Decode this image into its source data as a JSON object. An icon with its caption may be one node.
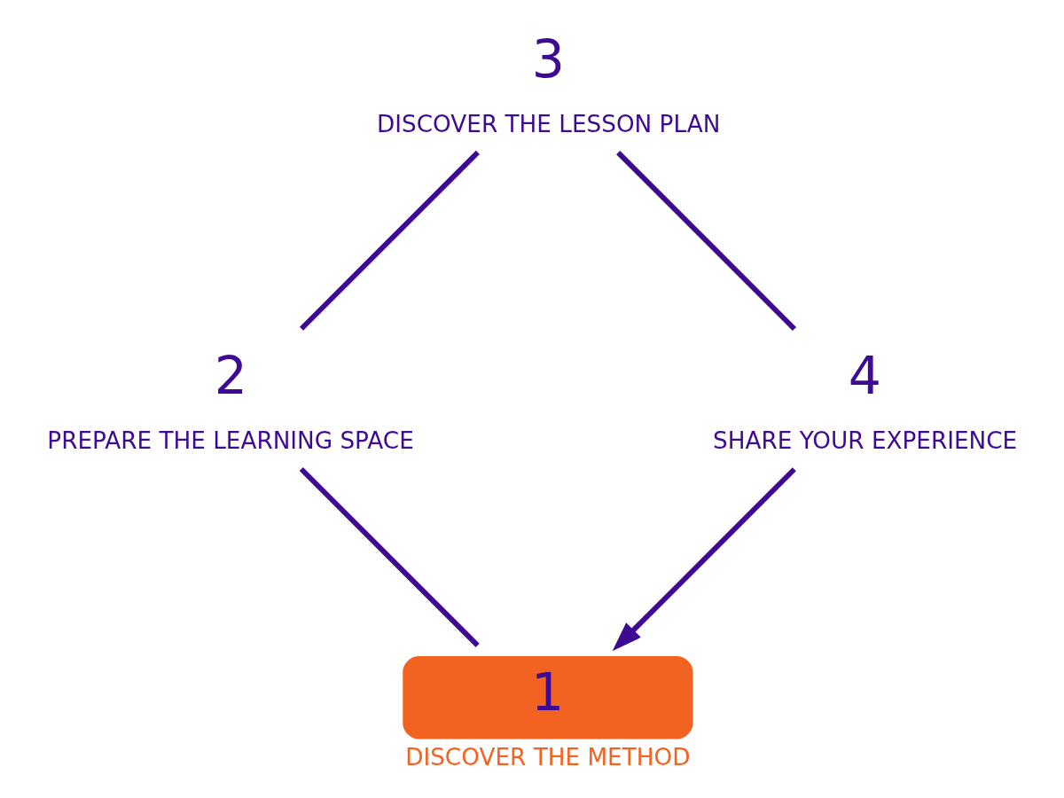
{
  "diagram": {
    "nodes": [
      {
        "text": [
          "1",
          "DISCOVER THE METHOD"
        ]
      },
      {
        "text": [
          "2",
          "PREPARE THE LEARNING SPACE"
        ]
      },
      {
        "text": [
          "3",
          "DISCOVER THE LESSON PLAN"
        ]
      },
      {
        "text": [
          "4",
          "SHARE YOUR EXPERIENCE"
        ]
      }
    ],
    "edges": [
      {
        "from": 0,
        "to": 1,
        "arrow": "none"
      },
      {
        "from": 1,
        "to": 2,
        "arrow": "none"
      },
      {
        "from": 2,
        "to": 3,
        "arrow": "none"
      },
      {
        "from": 3,
        "to": 0,
        "arrow": "to"
      }
    ]
  }
}
